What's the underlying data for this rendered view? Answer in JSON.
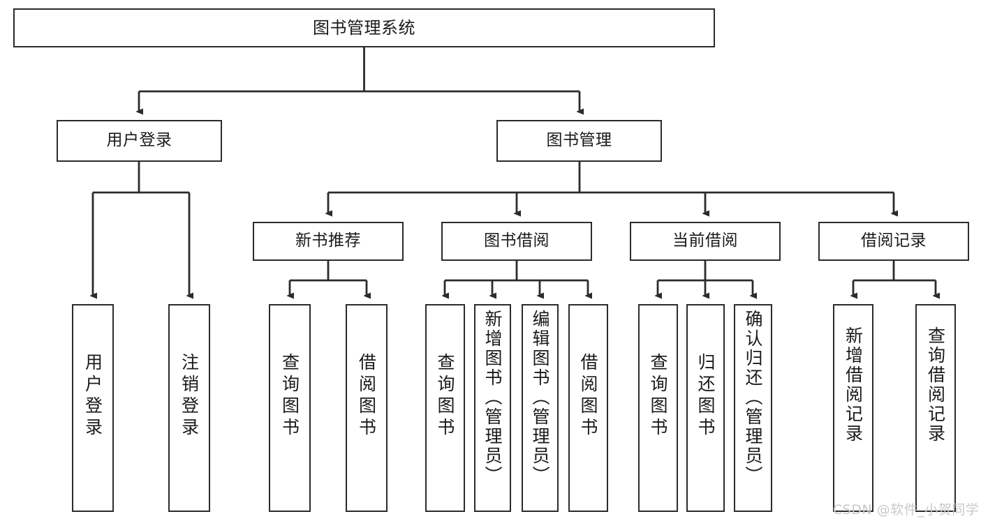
{
  "diagram": {
    "type": "tree",
    "title": "图书管理系统",
    "orientation": "top-down",
    "colors": {
      "box_border": "#2b2b2b",
      "box_fill": "#ffffff",
      "connector": "#2b2b2b",
      "text": "#1a1a1a",
      "watermark": "#c9c9c9",
      "background": "#ffffff"
    }
  },
  "root": {
    "id": "root",
    "label": "图书管理系统"
  },
  "level2": [
    {
      "id": "user-login",
      "label": "用户登录"
    },
    {
      "id": "book-manage",
      "label": "图书管理"
    }
  ],
  "level3": [
    {
      "id": "new-book-recommend",
      "label": "新书推荐",
      "parent": "book-manage"
    },
    {
      "id": "book-borrow",
      "label": "图书借阅",
      "parent": "book-manage"
    },
    {
      "id": "current-borrow",
      "label": "当前借阅",
      "parent": "book-manage"
    },
    {
      "id": "borrow-record",
      "label": "借阅记录",
      "parent": "book-manage"
    }
  ],
  "leaves": [
    {
      "id": "leaf-user-login",
      "label": "用户登录",
      "parent": "user-login"
    },
    {
      "id": "leaf-user-logout",
      "label": "注销登录",
      "parent": "user-login"
    },
    {
      "id": "leaf-query-book-1",
      "label": "查询图书",
      "parent": "new-book-recommend"
    },
    {
      "id": "leaf-borrow-book-1",
      "label": "借阅图书",
      "parent": "new-book-recommend"
    },
    {
      "id": "leaf-query-book-2",
      "label": "查询图书",
      "parent": "book-borrow"
    },
    {
      "id": "leaf-add-book",
      "label": "新增图书（管理员）",
      "parent": "book-borrow"
    },
    {
      "id": "leaf-edit-book",
      "label": "编辑图书（管理员）",
      "parent": "book-borrow"
    },
    {
      "id": "leaf-borrow-book-2",
      "label": "借阅图书",
      "parent": "book-borrow"
    },
    {
      "id": "leaf-query-book-3",
      "label": "查询图书",
      "parent": "current-borrow"
    },
    {
      "id": "leaf-return-book",
      "label": "归还图书",
      "parent": "current-borrow"
    },
    {
      "id": "leaf-confirm-return",
      "label": "确认归还（管理员）",
      "parent": "current-borrow"
    },
    {
      "id": "leaf-add-record",
      "label": "新增借阅记录",
      "parent": "borrow-record"
    },
    {
      "id": "leaf-query-record",
      "label": "查询借阅记录",
      "parent": "borrow-record"
    }
  ],
  "watermark": {
    "text": "CSDN @软件_小贺同学"
  }
}
